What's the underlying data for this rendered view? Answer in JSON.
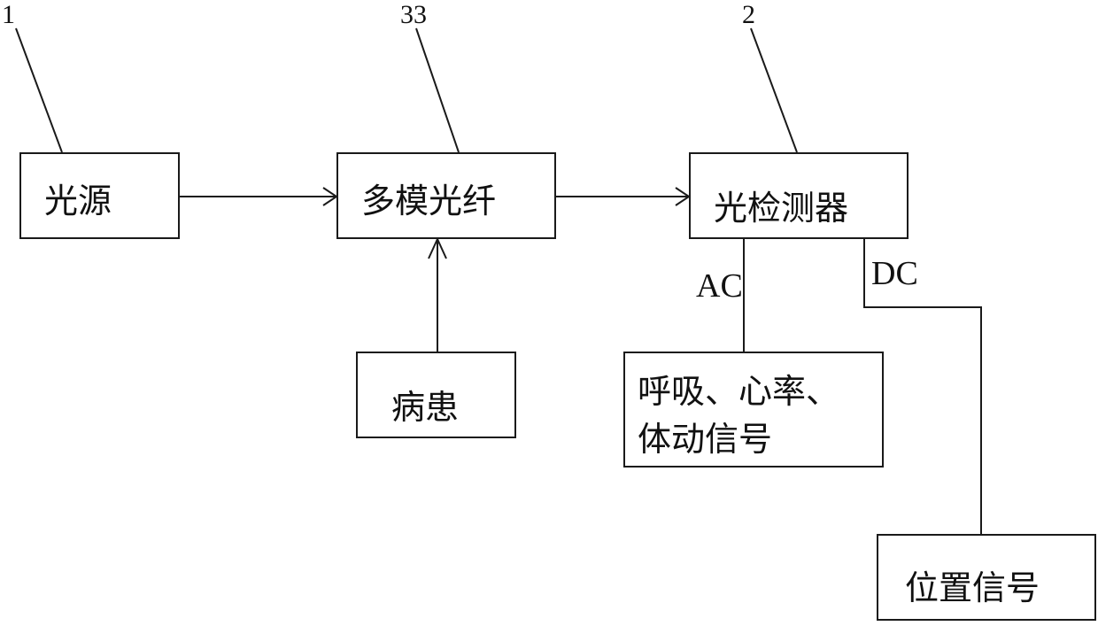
{
  "refs": {
    "light_source": "1",
    "fiber": "33",
    "detector": "2"
  },
  "blocks": {
    "light_source": "光源",
    "fiber": "多模光纤",
    "detector": "光检测器",
    "patient": "病患",
    "ac_output_line1": "呼吸、心率、",
    "ac_output_line2": "体动信号",
    "dc_output": "位置信号"
  },
  "signals": {
    "ac": "AC",
    "dc": "DC"
  }
}
